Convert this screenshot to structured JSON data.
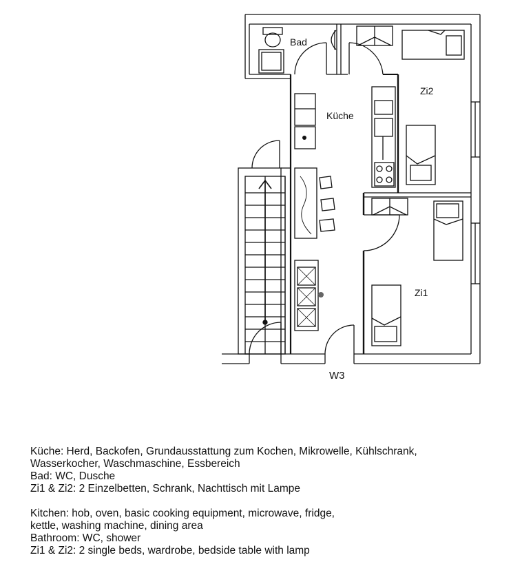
{
  "plan": {
    "rooms": {
      "bad": "Bad",
      "kueche": "Küche",
      "zi2": "Zi2",
      "zi1": "Zi1"
    },
    "unit": "W3"
  },
  "description": {
    "de": [
      "Küche: Herd, Backofen, Grundausstattung zum Kochen, Mikrowelle, Kühlschrank,",
      "Wasserkocher, Waschmaschine, Essbereich",
      "Bad: WC, Dusche",
      "Zi1 & Zi2: 2 Einzelbetten, Schrank, Nachttisch mit Lampe"
    ],
    "en": [
      "Kitchen: hob, oven, basic cooking equipment, microwave, fridge,",
      "kettle, washing machine, dining area",
      "Bathroom: WC, shower",
      "Zi1 & Zi2: 2 single beds, wardrobe, bedside table with lamp"
    ]
  },
  "colors": {
    "line": "#111111",
    "background": "#ffffff"
  }
}
